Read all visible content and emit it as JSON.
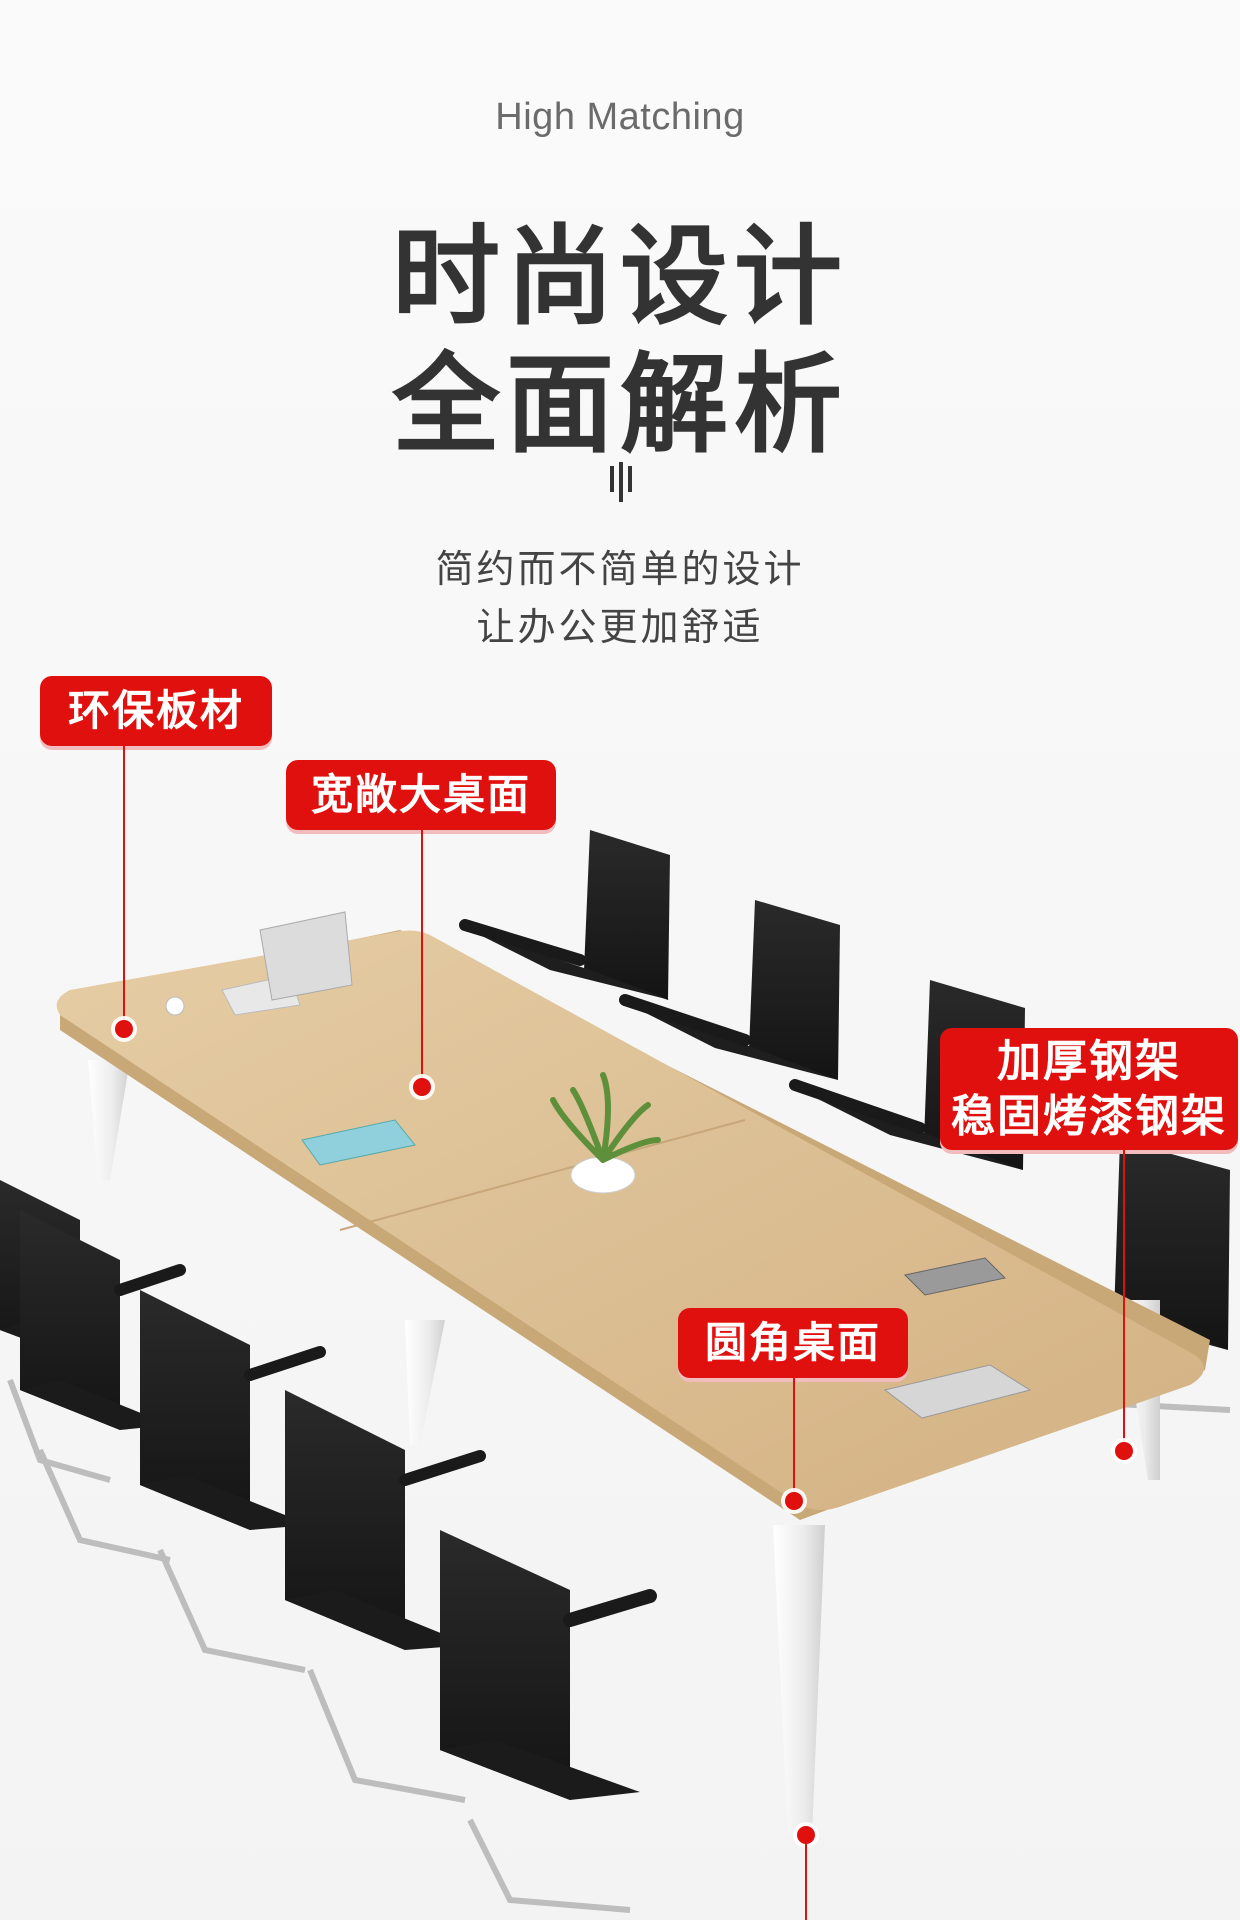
{
  "header": {
    "eyebrow": "High Matching",
    "headline_line1": "时尚设计",
    "headline_line2": "全面解析"
  },
  "intro": {
    "line1": "简约而不简单的设计",
    "line2": "让办公更加舒适"
  },
  "callouts": {
    "eco_board": "环保板材",
    "wide_top": "宽敞大桌面",
    "frame_line1": "加厚钢架",
    "frame_line2": "稳固烤漆钢架",
    "round_corner": "圆角桌面"
  },
  "colors": {
    "accent": "#e0100f",
    "tabletop": "#dcbf94",
    "table_edge": "#c9a877",
    "legs": "#f2f2f2",
    "chairs": "#1c1c1c"
  }
}
